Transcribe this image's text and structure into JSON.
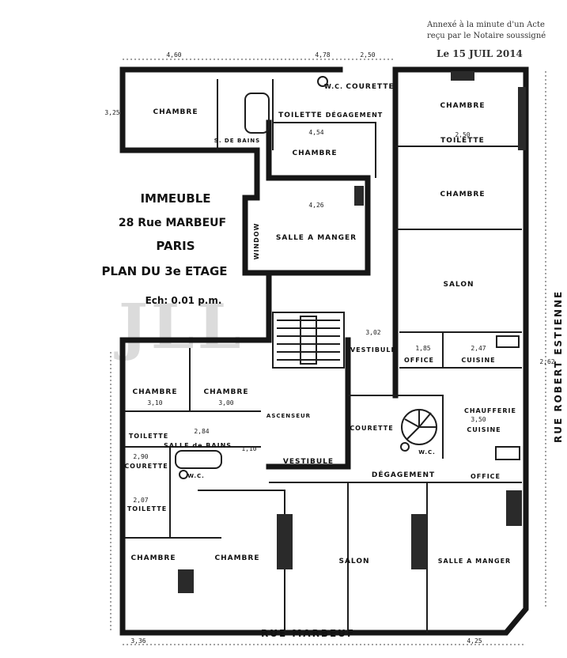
{
  "stamp": {
    "line1": "Annexé à la minute d'un Acte",
    "line2": "reçu par le Notaire soussigné",
    "date": "Le 15 JUIL 2014"
  },
  "title": {
    "line1": "IMMEUBLE",
    "line2": "28 Rue MARBEUF",
    "line3": "PARIS",
    "line4": "PLAN DU 3e ETAGE",
    "scale": "Ech: 0.01 p.m."
  },
  "streets": {
    "bottom": "RUE MARBEUF",
    "right": "RUE ROBERT ESTIENNE"
  },
  "watermark": "JLL",
  "rooms": {
    "chambre_nw": "CHAMBRE",
    "toilette_top": "TOILETTE",
    "s_de_bains": "S. DE BAINS",
    "wc_top": "W.C.",
    "courette_top": "COURETTE",
    "degagement_top": "DÉGAGEMENT",
    "chambre_center": "CHAMBRE",
    "chambre_ne": "CHAMBRE",
    "toilette_ne": "TOILETTE",
    "chambre_e": "CHAMBRE",
    "window": "WINDOW",
    "salle_a_manger_top": "SALLE A MANGER",
    "salon_e": "SALON",
    "vestibule_center": "VESTIBULE",
    "office_center": "OFFICE",
    "cuisine_center": "CUISINE",
    "chambre_w1": "CHAMBRE",
    "chambre_w2": "CHAMBRE",
    "ascenseur": "ASCENSEUR",
    "courette_mid": "COURETTE",
    "chaufferie": "CHAUFFERIE",
    "cuisine_e": "CUISINE",
    "toilette_w": "TOILETTE",
    "salle_de_bains": "SALLE de BAINS",
    "courette_w": "COURETTE",
    "wc_mid": "W.C.",
    "wc_w": "W.C.",
    "vestibule_south": "VESTIBULE",
    "degagement_south": "DÉGAGEMENT",
    "office_e": "OFFICE",
    "toilette_sw": "TOILETTE",
    "chambre_sw": "CHAMBRE",
    "chambre_s": "CHAMBRE",
    "salon_s": "SALON",
    "salle_a_manger_s": "SALLE A MANGER"
  },
  "dimensions": {
    "d1": "4,60",
    "d2": "4,78",
    "d3": "2,50",
    "d4": "3,25",
    "d5": "4,54",
    "d6": "4,26",
    "d7": "3,02",
    "d8": "1,85",
    "d9": "2,47",
    "d10": "3,10",
    "d11": "3,00",
    "d12": "2,84",
    "d13": "1,10",
    "d14": "3,50",
    "d15": "2,62",
    "d16": "3,36",
    "d17": "4,25",
    "d18": "2,07",
    "d19": "2,90",
    "d20": "2,50"
  }
}
